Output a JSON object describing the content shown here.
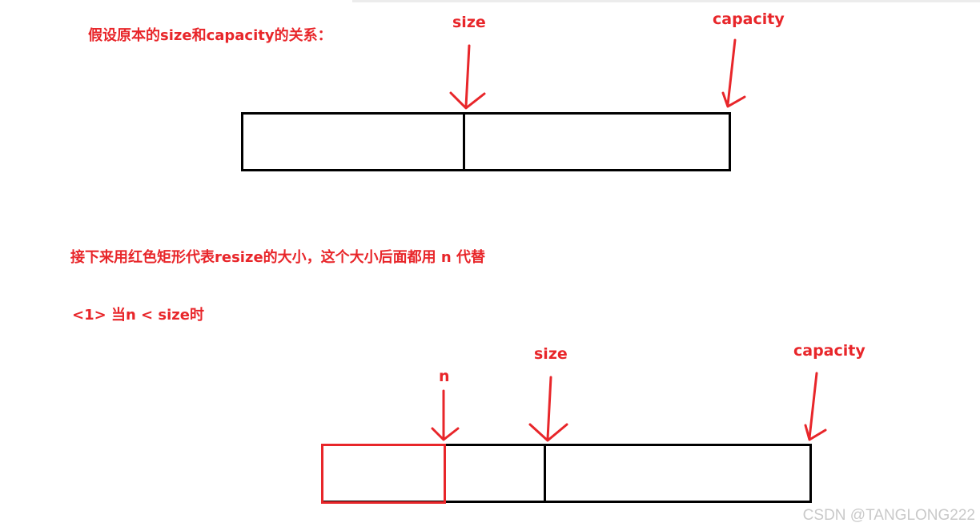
{
  "diagram": {
    "heading1": "假设原本的size和capacity的关系：",
    "heading2": "接下来用红色矩形代表resize的大小，这个大小后面都用 n 代替",
    "heading3": "<1> 当n < size时",
    "top": {
      "size_label": "size",
      "capacity_label": "capacity"
    },
    "bottom": {
      "n_label": "n",
      "size_label": "size",
      "capacity_label": "capacity"
    }
  },
  "watermark": "CSDN @TANGLONG222",
  "colors": {
    "accent": "#e8262a",
    "stroke": "#000000",
    "watermark": "#c9c9c9"
  }
}
